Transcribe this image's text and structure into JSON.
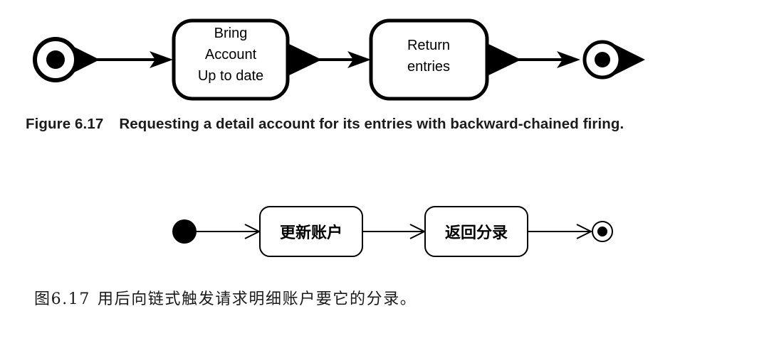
{
  "figure_en": {
    "diagram_name": "uml-activity-diagram-english",
    "nodes": [
      {
        "id": "start",
        "type": "initial-node-with-trigger",
        "label": ""
      },
      {
        "id": "action1",
        "type": "action-box",
        "lines": [
          "Bring",
          "Account",
          "Up to date"
        ]
      },
      {
        "id": "action2",
        "type": "action-box",
        "lines": [
          "Return",
          "entries"
        ]
      },
      {
        "id": "end",
        "type": "final-node-with-trigger",
        "label": ""
      }
    ],
    "edges": [
      {
        "from": "start",
        "to": "action1",
        "arrow": "filled"
      },
      {
        "from": "action1",
        "to": "action2",
        "arrow": "filled"
      },
      {
        "from": "action2",
        "to": "end",
        "arrow": "filled"
      }
    ],
    "caption_label": "Figure 6.17",
    "caption_text": "Requesting a detail account for its entries with backward-chained firing."
  },
  "figure_zh": {
    "diagram_name": "uml-activity-diagram-chinese",
    "nodes": [
      {
        "id": "start",
        "type": "initial-node-solid",
        "label": ""
      },
      {
        "id": "action1",
        "type": "action-box",
        "lines": [
          "更新账户"
        ]
      },
      {
        "id": "action2",
        "type": "action-box",
        "lines": [
          "返回分录"
        ]
      },
      {
        "id": "end",
        "type": "final-node-bullseye",
        "label": ""
      }
    ],
    "edges": [
      {
        "from": "start",
        "to": "action1",
        "arrow": "open"
      },
      {
        "from": "action1",
        "to": "action2",
        "arrow": "open"
      },
      {
        "from": "action2",
        "to": "end",
        "arrow": "open"
      }
    ],
    "caption_label": "图6.17",
    "caption_text": "用后向链式触发请求明细账户要它的分录。"
  },
  "colors": {
    "ink": "#000000",
    "caption_ink": "#1b1b1b",
    "paper": "#ffffff"
  }
}
